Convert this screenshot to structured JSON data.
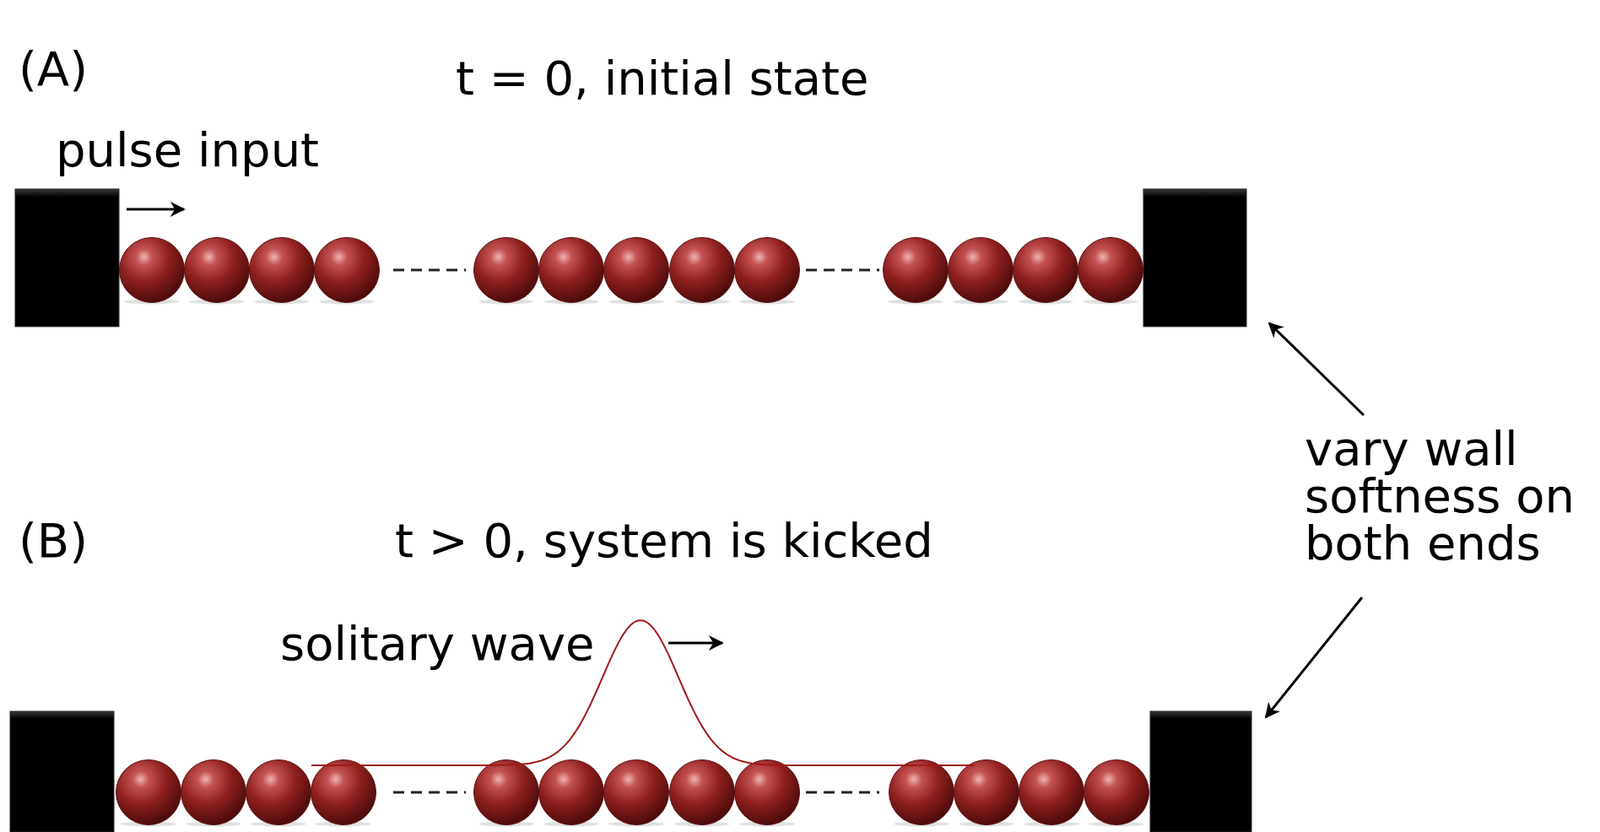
{
  "diagram": {
    "labels": [
      "(A)",
      "t = 0, initial state",
      "pulse input",
      "vary wall softness on both ends",
      "(B)",
      "t > 0, system is kicked",
      "solitary wave"
    ]
  }
}
